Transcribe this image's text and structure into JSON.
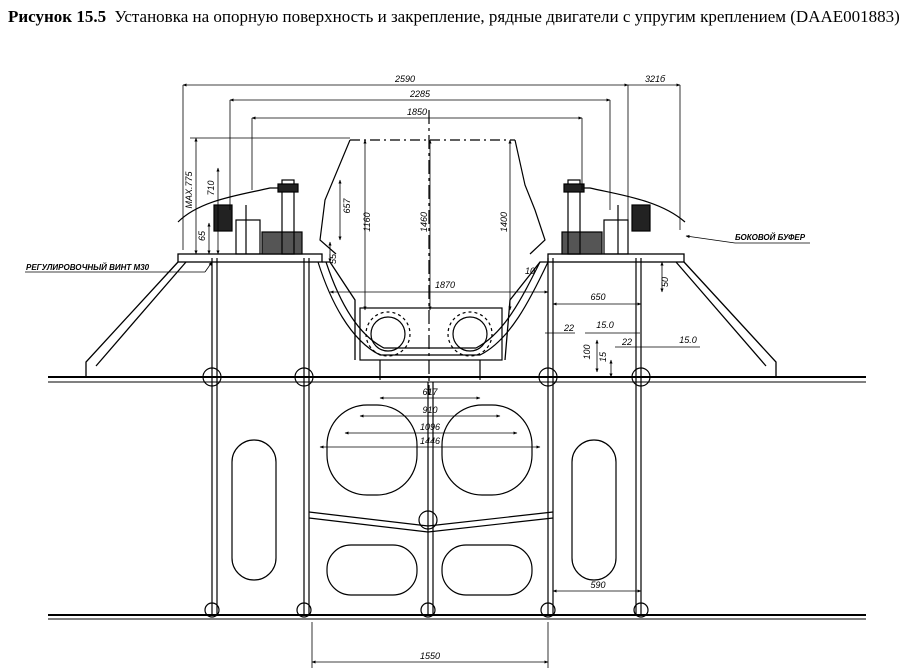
{
  "caption": {
    "label": "Рисунок 15.5",
    "text": "Установка на опорную поверхность и закрепление, рядные двигатели с упругим креплением",
    "code": "(DAAE001883)"
  },
  "labels": {
    "adjusting_screw": "РЕГУЛИРОВОЧНЫЙ ВИНТ М30",
    "side_buffer": "БОКОВОЙ БУФЕР"
  },
  "dimensions": {
    "d2590": "2590",
    "d321": "321б",
    "d2285": "2285",
    "d1850": "1850",
    "dmax775": "MAX.775",
    "d710": "710",
    "d65": "65",
    "d657": "657",
    "d1160": "1160",
    "d1460": "1460",
    "d1400": "1400",
    "d55": "55",
    "d1870": "1870",
    "d10": "10",
    "d650": "650",
    "d50": "50",
    "d22a": "22",
    "d150a": "15.0",
    "d22b": "22",
    "d150b": "15.0",
    "d100": "100",
    "d15": "15",
    "d617": "617",
    "d910": "910",
    "d1096": "1096",
    "d1446": "1446",
    "d590": "590",
    "d1550": "1550"
  }
}
